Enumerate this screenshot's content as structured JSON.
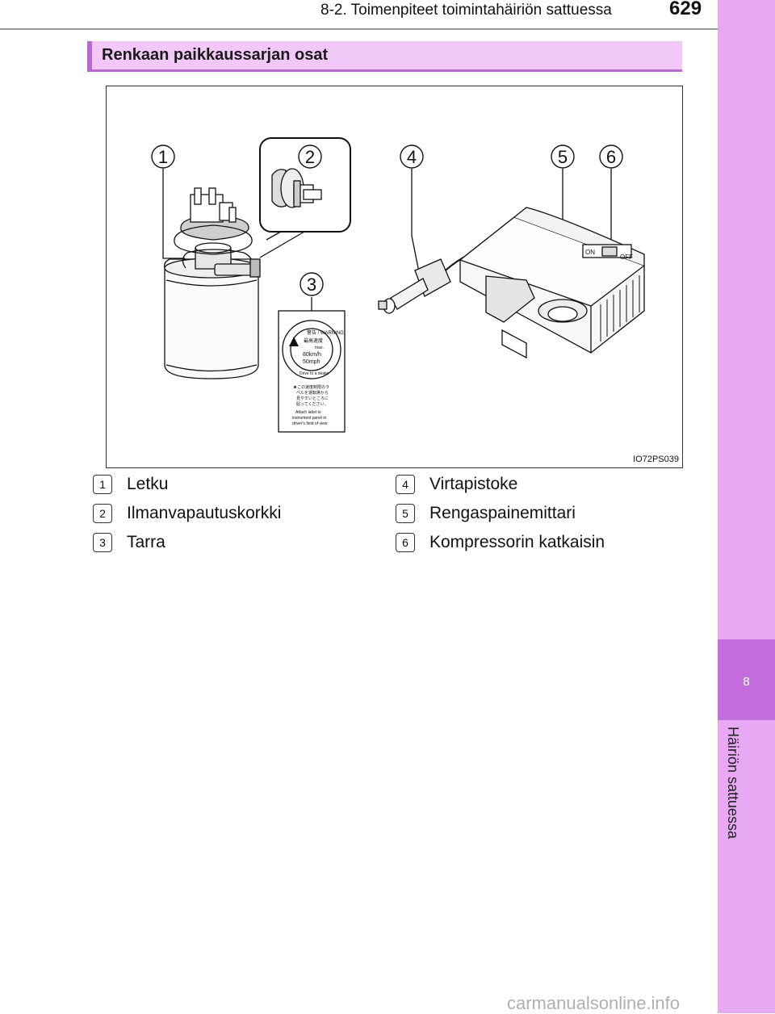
{
  "header": {
    "title": "8-2. Toimenpiteet toimintahäiriön sattuessa",
    "page_number": "629"
  },
  "side_tab": {
    "chapter_number": "8",
    "chapter_label": "Häiriön sattuessa"
  },
  "section": {
    "title": "Renkaan paikkaussarjan osat"
  },
  "figure": {
    "code": "IO72PS039",
    "callouts": [
      "1",
      "2",
      "3",
      "4",
      "5",
      "6"
    ],
    "sticker": {
      "warning": "警告 / WARNING",
      "speed_jp": "最高速度",
      "max": "max.",
      "kmh": "80km/h",
      "mph": "50mph",
      "drive": "Drive to a dealer",
      "note_jp_1": "★この速度制限のラ",
      "note_jp_2": "ベルを運転席から",
      "note_jp_3": "見やすいところに",
      "note_jp_4": "貼ってください。",
      "attach_1": "Attach label to",
      "attach_2": "instrument panel in",
      "attach_3": "driver's field of view"
    },
    "switch_on": "ON",
    "switch_off": "OFF"
  },
  "legend": [
    {
      "number": "1",
      "label": "Letku"
    },
    {
      "number": "2",
      "label": "Ilmanvapautuskorkki"
    },
    {
      "number": "3",
      "label": "Tarra"
    },
    {
      "number": "4",
      "label": "Virtapistoke"
    },
    {
      "number": "5",
      "label": "Rengaspainemittari"
    },
    {
      "number": "6",
      "label": "Kompressorin katkaisin"
    }
  ],
  "watermark": "carmanualsonline.info"
}
